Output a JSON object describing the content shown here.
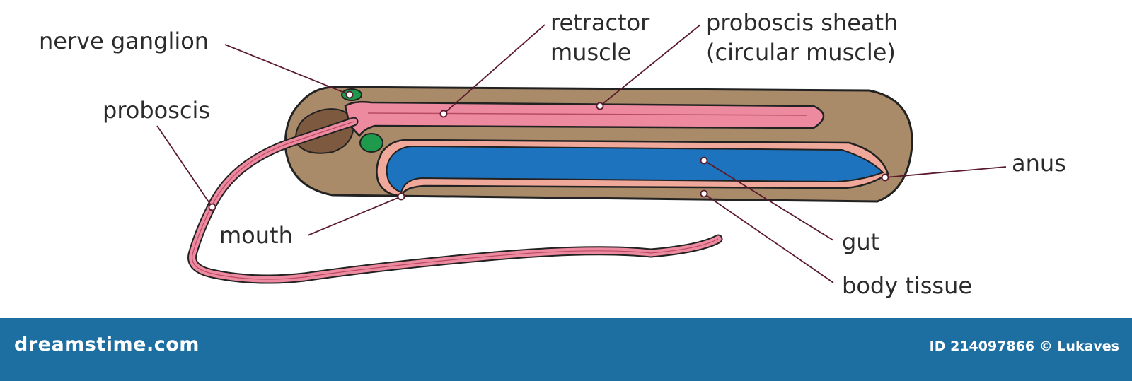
{
  "labels": {
    "nerve_ganglion": "nerve ganglion",
    "retractor_muscle_1": "retractor",
    "retractor_muscle_2": "muscle",
    "sheath_1": "proboscis sheath",
    "sheath_2": "(circular muscle)",
    "proboscis": "proboscis",
    "anus": "anus",
    "mouth": "mouth",
    "gut": "gut",
    "body_tissue": "body tissue"
  },
  "footer": {
    "brand": "dreamstime.com",
    "credit": "ID 214097866 © Lukaves"
  },
  "colors": {
    "body": "#a98a69",
    "proboscis": "#ee8aa0",
    "gut": "#1e73be",
    "gut_lining": "#f0a89a",
    "ganglion": "#1d9a4b",
    "mouth_cavity": "#7d5a3f",
    "outline": "#222222",
    "leader": "#5a1a2e",
    "footer_bg": "#1d6fa1"
  }
}
